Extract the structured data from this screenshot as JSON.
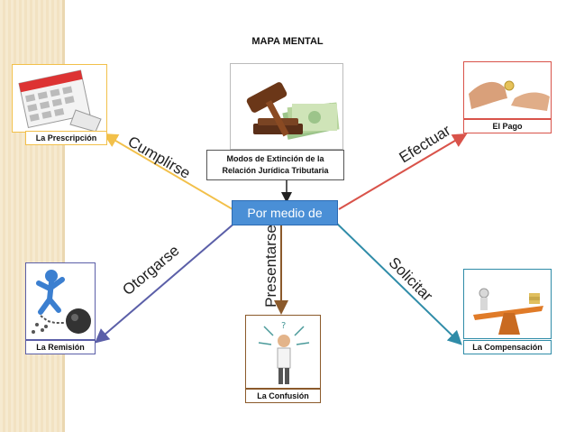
{
  "title": "MAPA MENTAL",
  "center": {
    "label": "Modos de Extinción de la Relación Jurídica Tributaria",
    "line1": "Modos de Extinción de la",
    "line2": "Relación Jurídica Tributaria",
    "hub": "Por medio de"
  },
  "branches": {
    "prescripcion": {
      "verb": "Cumplirse",
      "label": "La Prescripción",
      "color": "#f2c04a"
    },
    "pago": {
      "verb": "Efectuar",
      "label": "El Pago",
      "color": "#d9534a"
    },
    "remision": {
      "verb": "Otorgarse",
      "label": "La Remisión",
      "color": "#5b5fa8"
    },
    "confusion": {
      "verb": "Presentarse",
      "label": "La Confusión",
      "color": "#8b5a2b"
    },
    "compensacion": {
      "verb": "Solicitar",
      "label": "La Compensación",
      "color": "#2f8ca8"
    }
  },
  "icons": [
    "calendar-icon",
    "gavel-money-icon",
    "handshake-coin-icon",
    "ball-chain-icon",
    "confused-man-icon",
    "balance-seesaw-icon"
  ],
  "colors": {
    "hub_bg": "#4a8fd6",
    "hub_border": "#2b6bb3",
    "center_border": "#555555",
    "background_stripe": "#f6ead0"
  }
}
